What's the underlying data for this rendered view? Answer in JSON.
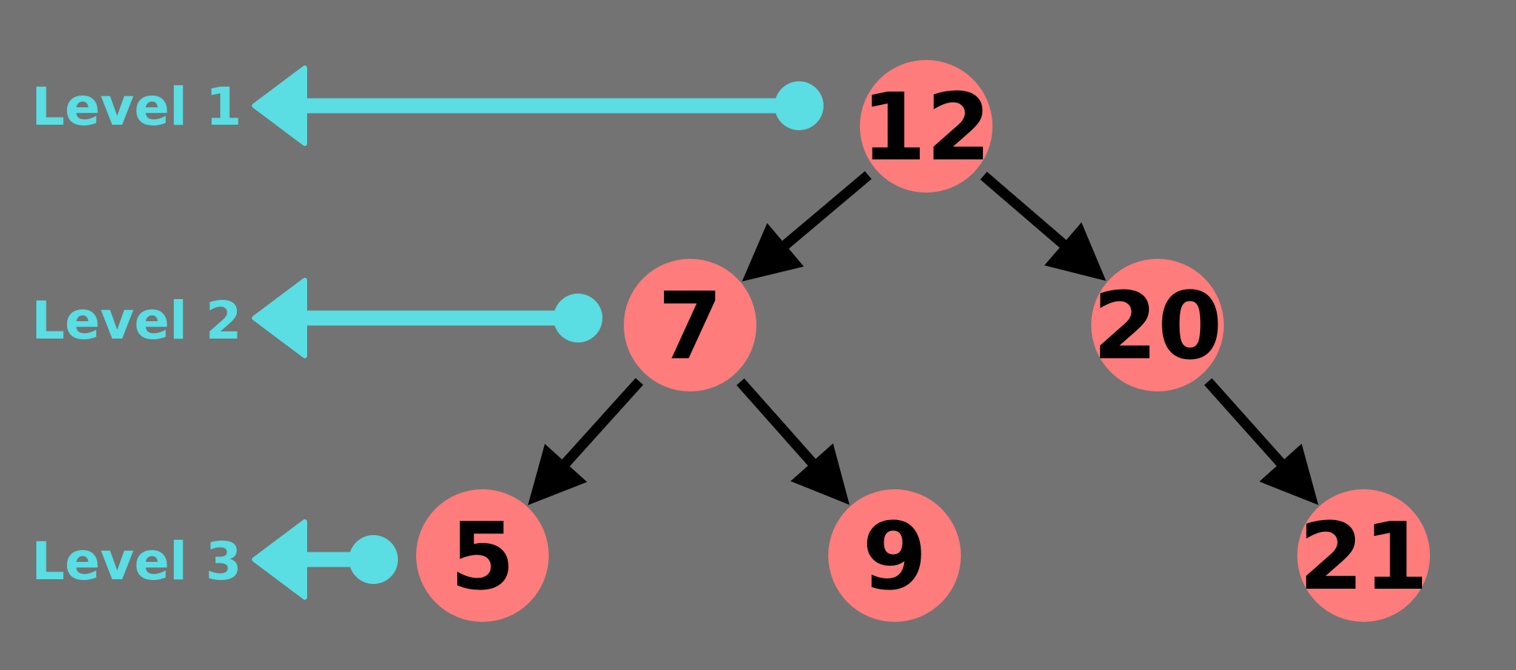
{
  "colors": {
    "background": "#737373",
    "level_accent": "#5ADDE3",
    "node_fill": "#FF7C7C",
    "node_text": "#000000",
    "edge": "#000000"
  },
  "levels": [
    {
      "id": "level-1",
      "label": "Level 1"
    },
    {
      "id": "level-2",
      "label": "Level 2"
    },
    {
      "id": "level-3",
      "label": "Level 3"
    }
  ],
  "nodes": [
    {
      "id": "node-12",
      "label": "12"
    },
    {
      "id": "node-7",
      "label": "7"
    },
    {
      "id": "node-20",
      "label": "20"
    },
    {
      "id": "node-5",
      "label": "5"
    },
    {
      "id": "node-9",
      "label": "9"
    },
    {
      "id": "node-21",
      "label": "21"
    }
  ],
  "edges": [
    {
      "from": "node-12",
      "to": "node-7"
    },
    {
      "from": "node-12",
      "to": "node-20"
    },
    {
      "from": "node-7",
      "to": "node-5"
    },
    {
      "from": "node-7",
      "to": "node-9"
    },
    {
      "from": "node-20",
      "to": "node-21"
    }
  ]
}
